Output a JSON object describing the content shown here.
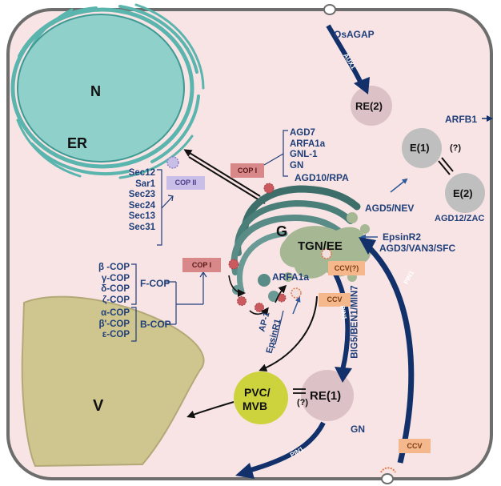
{
  "compartments": {
    "nucleus": "N",
    "er": "ER",
    "golgi": "G",
    "tgn_ee": "TGN/EE",
    "vacuole": "V",
    "pvc_mvb": [
      "PVC/",
      "MVB"
    ],
    "re1": "RE(1)",
    "re2": "RE(2)",
    "e1": "E(1)",
    "e2": "E(2)"
  },
  "coats": {
    "copii": "COP II",
    "copi_top": "COP I",
    "copi_left": "COP I",
    "ccv_q": "CCV(?)",
    "ccv_mid": "CCV",
    "ccv_bottom": "CCV"
  },
  "labels": {
    "osagap": "OsAGAP",
    "aux1": "AUX1",
    "arfb1": "ARFB1",
    "agd10_rpa": "AGD10/RPA",
    "agd5_nev": "AGD5/NEV",
    "agd12_zac": "AGD12/ZAC",
    "epsinr2": "EpsinR2",
    "agd3": "AGD3/VAN3/SFC",
    "arfa1a": "ARFA1a",
    "ap1": "AP-1",
    "epsinr1": "EpsinR1",
    "pin1_a": "PIN1",
    "pin1_b": "PIN1",
    "pin1_c": "PIN1",
    "big5": "BIG5/BEN1/MIN7",
    "gn": "GN",
    "q_e": "(?)",
    "q_re": "(?)",
    "f_cop": "F-COP",
    "b_cop": "B-COP"
  },
  "copi_list": [
    "AGD7",
    "ARFA1a",
    "GNL-1",
    "GN"
  ],
  "copii_list": [
    "Sec12",
    "Sar1",
    "Sec23",
    "Sec24",
    "Sec13",
    "Sec31"
  ],
  "fcop_list": [
    "β -COP",
    "γ-COP",
    "δ-COP",
    "ζ-COP"
  ],
  "bcop_list": [
    "α-COP",
    "β'-COP",
    "ε-COP"
  ],
  "colors": {
    "cell_fill": "#f8e4e4",
    "cell_border": "#6d6d6d",
    "er_color": "#5ab5ae",
    "nucleus_fill": "#8fd0cb",
    "golgi_color": "#3d6e6a",
    "tgn_color": "#a6b794",
    "vacuole_fill": "#cfc68f",
    "pvc_fill": "#ccd33d",
    "vesicle_fill": "#dcc2c6",
    "arrow_navy": "#12306a",
    "coat_red": "#d9888a",
    "coat_orange": "#f5b88d",
    "coat_purple": "#c8bee8"
  }
}
